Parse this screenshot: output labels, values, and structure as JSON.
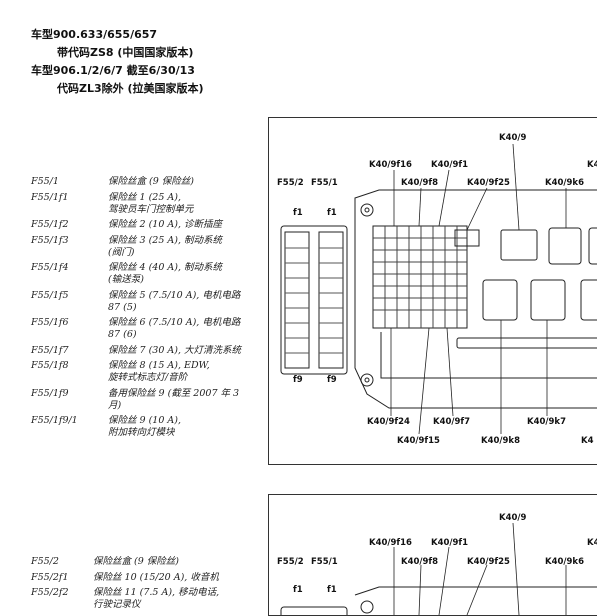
{
  "header": {
    "line1": "车型900.633/655/657",
    "line2": "带代码ZS8 (中国国家版本)",
    "line3": "车型906.1/2/6/7 截至6/30/13",
    "line4": "代码ZL3除外 (拉美国家版本)"
  },
  "list1": [
    {
      "code": "F55/1",
      "desc": [
        "保险丝盒 (9 保险丝)"
      ]
    },
    {
      "code": "F55/1f1",
      "desc": [
        "保险丝 1 (25 A),",
        "驾驶员车门控制单元"
      ]
    },
    {
      "code": "F55/1f2",
      "desc": [
        "保险丝 2 (10 A), 诊断插座"
      ]
    },
    {
      "code": "F55/1f3",
      "desc": [
        "保险丝 3 (25 A), 制动系统",
        "(阀门)"
      ]
    },
    {
      "code": "F55/1f4",
      "desc": [
        "保险丝 4 (40 A), 制动系统",
        "(输送泵)"
      ]
    },
    {
      "code": "F55/1f5",
      "desc": [
        "保险丝 5 (7.5/10 A), 电机电路",
        "87 (5)"
      ]
    },
    {
      "code": "F55/1f6",
      "desc": [
        "保险丝 6 (7.5/10 A), 电机电路",
        "87 (6)"
      ]
    },
    {
      "code": "F55/1f7",
      "desc": [
        "保险丝 7 (30 A), 大灯清洗系统"
      ]
    },
    {
      "code": "F55/1f8",
      "desc": [
        "保险丝 8 (15 A), EDW,",
        "旋转式标志灯/音阶"
      ]
    },
    {
      "code": "F55/1f9",
      "desc": [
        "备用保险丝 9 (截至 2007 年 3",
        "月)"
      ]
    },
    {
      "code": "F55/1f9/1",
      "desc": [
        "保险丝 9 (10 A),",
        "附加转向灯模块"
      ]
    }
  ],
  "list2": [
    {
      "code": "F55/2",
      "desc": [
        "保险丝盒 (9 保险丝)"
      ]
    },
    {
      "code": "F55/2f1",
      "desc": [
        "保险丝 10 (15/20 A), 收音机"
      ]
    },
    {
      "code": "F55/2f2",
      "desc": [
        "保险丝 11 (7.5 A), 移动电话,",
        "行驶记录仪"
      ]
    }
  ],
  "figure1": {
    "top_labels": {
      "k409": "K40/9",
      "k409f16": "K40/9f16",
      "k409f1": "K40/9f1",
      "k4": "K4",
      "f552": "F55/2",
      "f551": "F55/1",
      "k409f8": "K40/9f8",
      "k409f25": "K40/9f25",
      "k409k6": "K40/9k6",
      "f1a": "f1",
      "f1b": "f1",
      "f9a": "f9",
      "f9b": "f9"
    },
    "bottom_labels": {
      "k409f24": "K40/9f24",
      "k409f7": "K40/9f7",
      "k409k7": "K40/9k7",
      "k409f15": "K40/9f15",
      "k409k8": "K40/9k8",
      "k4b": "K4"
    }
  },
  "figure2": {
    "top_labels": {
      "k409": "K40/9",
      "k409f16": "K40/9f16",
      "k409f1": "K40/9f1",
      "k4": "K4",
      "f552": "F55/2",
      "f551": "F55/1",
      "k409f8": "K40/9f8",
      "k409f25": "K40/9f25",
      "k409k6": "K40/9k6",
      "f1a": "f1",
      "f1b": "f1"
    }
  }
}
